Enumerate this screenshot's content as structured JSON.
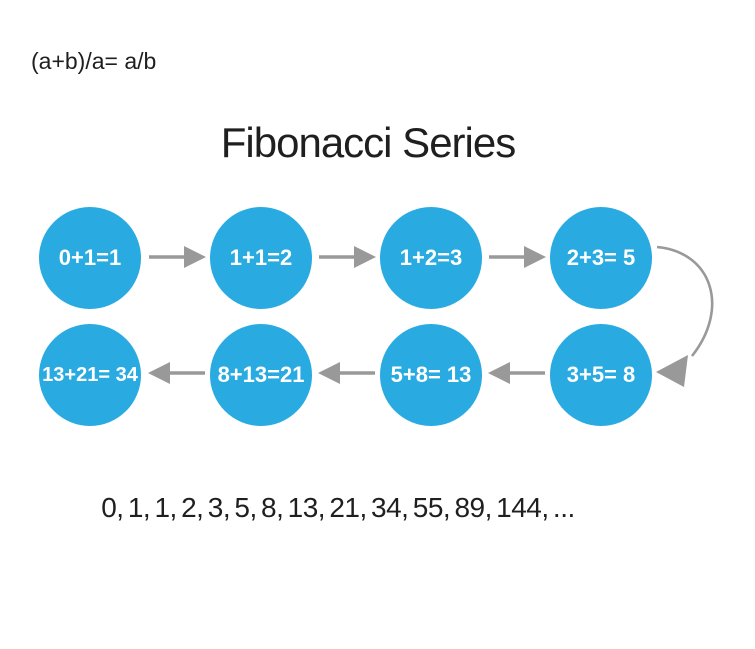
{
  "formula": {
    "text": "(a+b)/a= a/b"
  },
  "title": {
    "text": "Fibonacci Series"
  },
  "diagram": {
    "row1": [
      "0+1=1",
      "1+1=2",
      "1+2=3",
      "2+3= 5"
    ],
    "row2": [
      "13+21= 34",
      "8+13=21",
      "5+8= 13",
      "3+5= 8"
    ]
  },
  "sequence": {
    "text": "0, 1, 1, 2, 3, 5, 8, 13, 21, 34, 55, 89, 144, ..."
  },
  "colors": {
    "circle_fill": "#29abe2",
    "circle_text": "#ffffff",
    "arrow": "#999999",
    "text": "#1f1f1f",
    "background": "#ffffff"
  }
}
